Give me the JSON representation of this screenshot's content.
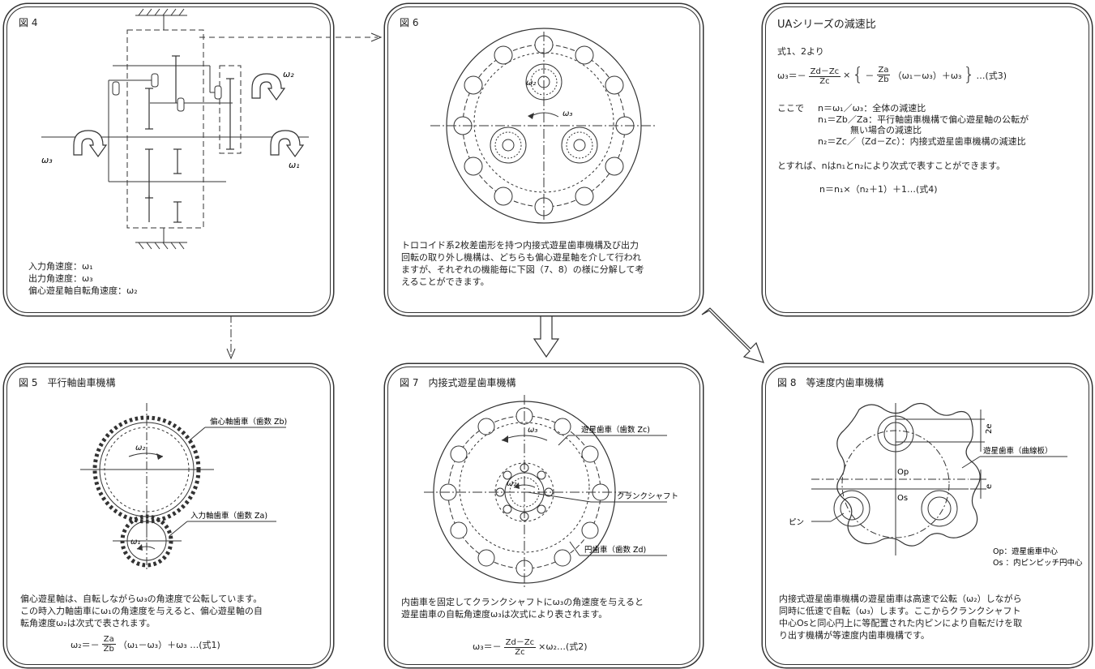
{
  "fig4": {
    "title": "図 4",
    "labels": {
      "w1": "ω₁",
      "w2": "ω₂",
      "w3": "ω₃"
    },
    "legend": [
      "入力角速度：ω₁",
      "出力角速度：ω₃",
      "偏心遊星軸自転角速度：ω₂"
    ]
  },
  "fig6": {
    "title": "図 6",
    "labels": {
      "w2": "ω₂",
      "w3": "ω₃"
    },
    "text": [
      "トロコイド系2枚差歯形を持つ内接式遊星歯車機構及び出力",
      "回転の取り外し機構は、どちらも偏心遊星軸を介して行われ",
      "ますが、それぞれの機能毎に下図（7、8）の様に分解して考",
      "えることができます。"
    ]
  },
  "ua": {
    "title": "UAシリーズの減速比",
    "from": "式1、2より",
    "f3": {
      "lhs": "ω₃＝－",
      "n1": "Zd－Zc",
      "d1": "Zc",
      "mid": "×",
      "neg": "－",
      "n2": "Za",
      "d2": "Zb",
      "tail": "（ω₁－ω₃）＋ω₃",
      "end": "…(式3)"
    },
    "here": "ここで",
    "defs": [
      "n＝ω₁／ω₃：全体の減速比",
      "n₁＝Zb／Za：平行軸歯車機構で偏心遊星軸の公転が",
      "無い場合の減速比",
      "n₂＝Zc／（Zd－Zc）：内接式遊星歯車機構の減速比"
    ],
    "then": "とすれば、nはn₁とn₂により次式で表すことができます。",
    "f4": "n＝n₁×（n₂＋1）＋1…(式4)"
  },
  "fig5": {
    "title": "図 5　平行軸歯車機構",
    "labels": {
      "eccentric_gear": "偏心軸歯車（歯数 Zb)",
      "input_gear": "入力軸歯車（歯数 Za)",
      "w1": "ω₁",
      "w2": "ω₂"
    },
    "text": [
      "偏心遊星軸は、自転しながらω₃の角速度で公転しています。",
      "この時入力軸歯車にω₁の角速度を与えると、偏心遊星軸の自",
      "転角速度ω₂は次式で表されます。"
    ],
    "f1": {
      "lhs": "ω₂＝－",
      "num": "Za",
      "den": "Zb",
      "tail": "（ω₁－ω₃）＋ω₃ …(式1)"
    }
  },
  "fig7": {
    "title": "図 7　内接式遊星歯車機構",
    "labels": {
      "planet": "遊星歯車（歯数 Zc)",
      "crank": "クランクシャフト",
      "ring": "円歯車（歯数 Zd)",
      "w2": "ω₂",
      "w3": "ω₃"
    },
    "text": [
      "内歯車を固定してクランクシャフトにω₃の角速度を与えると",
      "遊星歯車の自転角速度ω₃は次式により表されます。"
    ],
    "f2": {
      "lhs": "ω₃＝－",
      "num": "Zd－Zc",
      "den": "Zc",
      "tail": "×ω₂…(式2)"
    }
  },
  "fig8": {
    "title": "図 8　等速度内歯車機構",
    "labels": {
      "planet_plate": "遊星歯車（曲線板）",
      "pin": "ピン",
      "op": "Op",
      "os": "Os",
      "two_e": "2e",
      "e": "e",
      "op_def": "Op：遊星歯車中心",
      "os_def": "Os ：内ピンピッチ円中心"
    },
    "text": [
      "内接式遊星歯車機構の遊星歯車は高速で公転（ω₂）しながら",
      "同時に低速で自転（ω₃）します。ここからクランクシャフト",
      "中心Osと同心円上に等配置された内ピンにより自転だけを取",
      "り出す機構が等速度内歯車機構です。"
    ]
  }
}
